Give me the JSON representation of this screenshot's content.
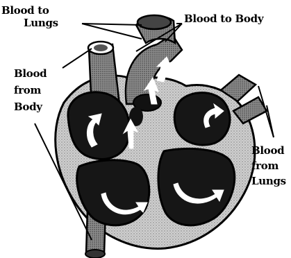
{
  "labels": {
    "blood_to_lungs": [
      "Blood to",
      "Lungs"
    ],
    "blood_to_body": "Blood to Body",
    "blood_from_body": [
      "Blood",
      "from",
      "Body"
    ],
    "blood_from_lungs": [
      "Blood",
      "from",
      "Lungs"
    ]
  },
  "colors": {
    "ink": "#000000",
    "tissue": "#bdbdbd",
    "chamber": "#1a1a1a",
    "paper": "#ffffff"
  },
  "icons": [
    "flow-arrow-icon"
  ]
}
